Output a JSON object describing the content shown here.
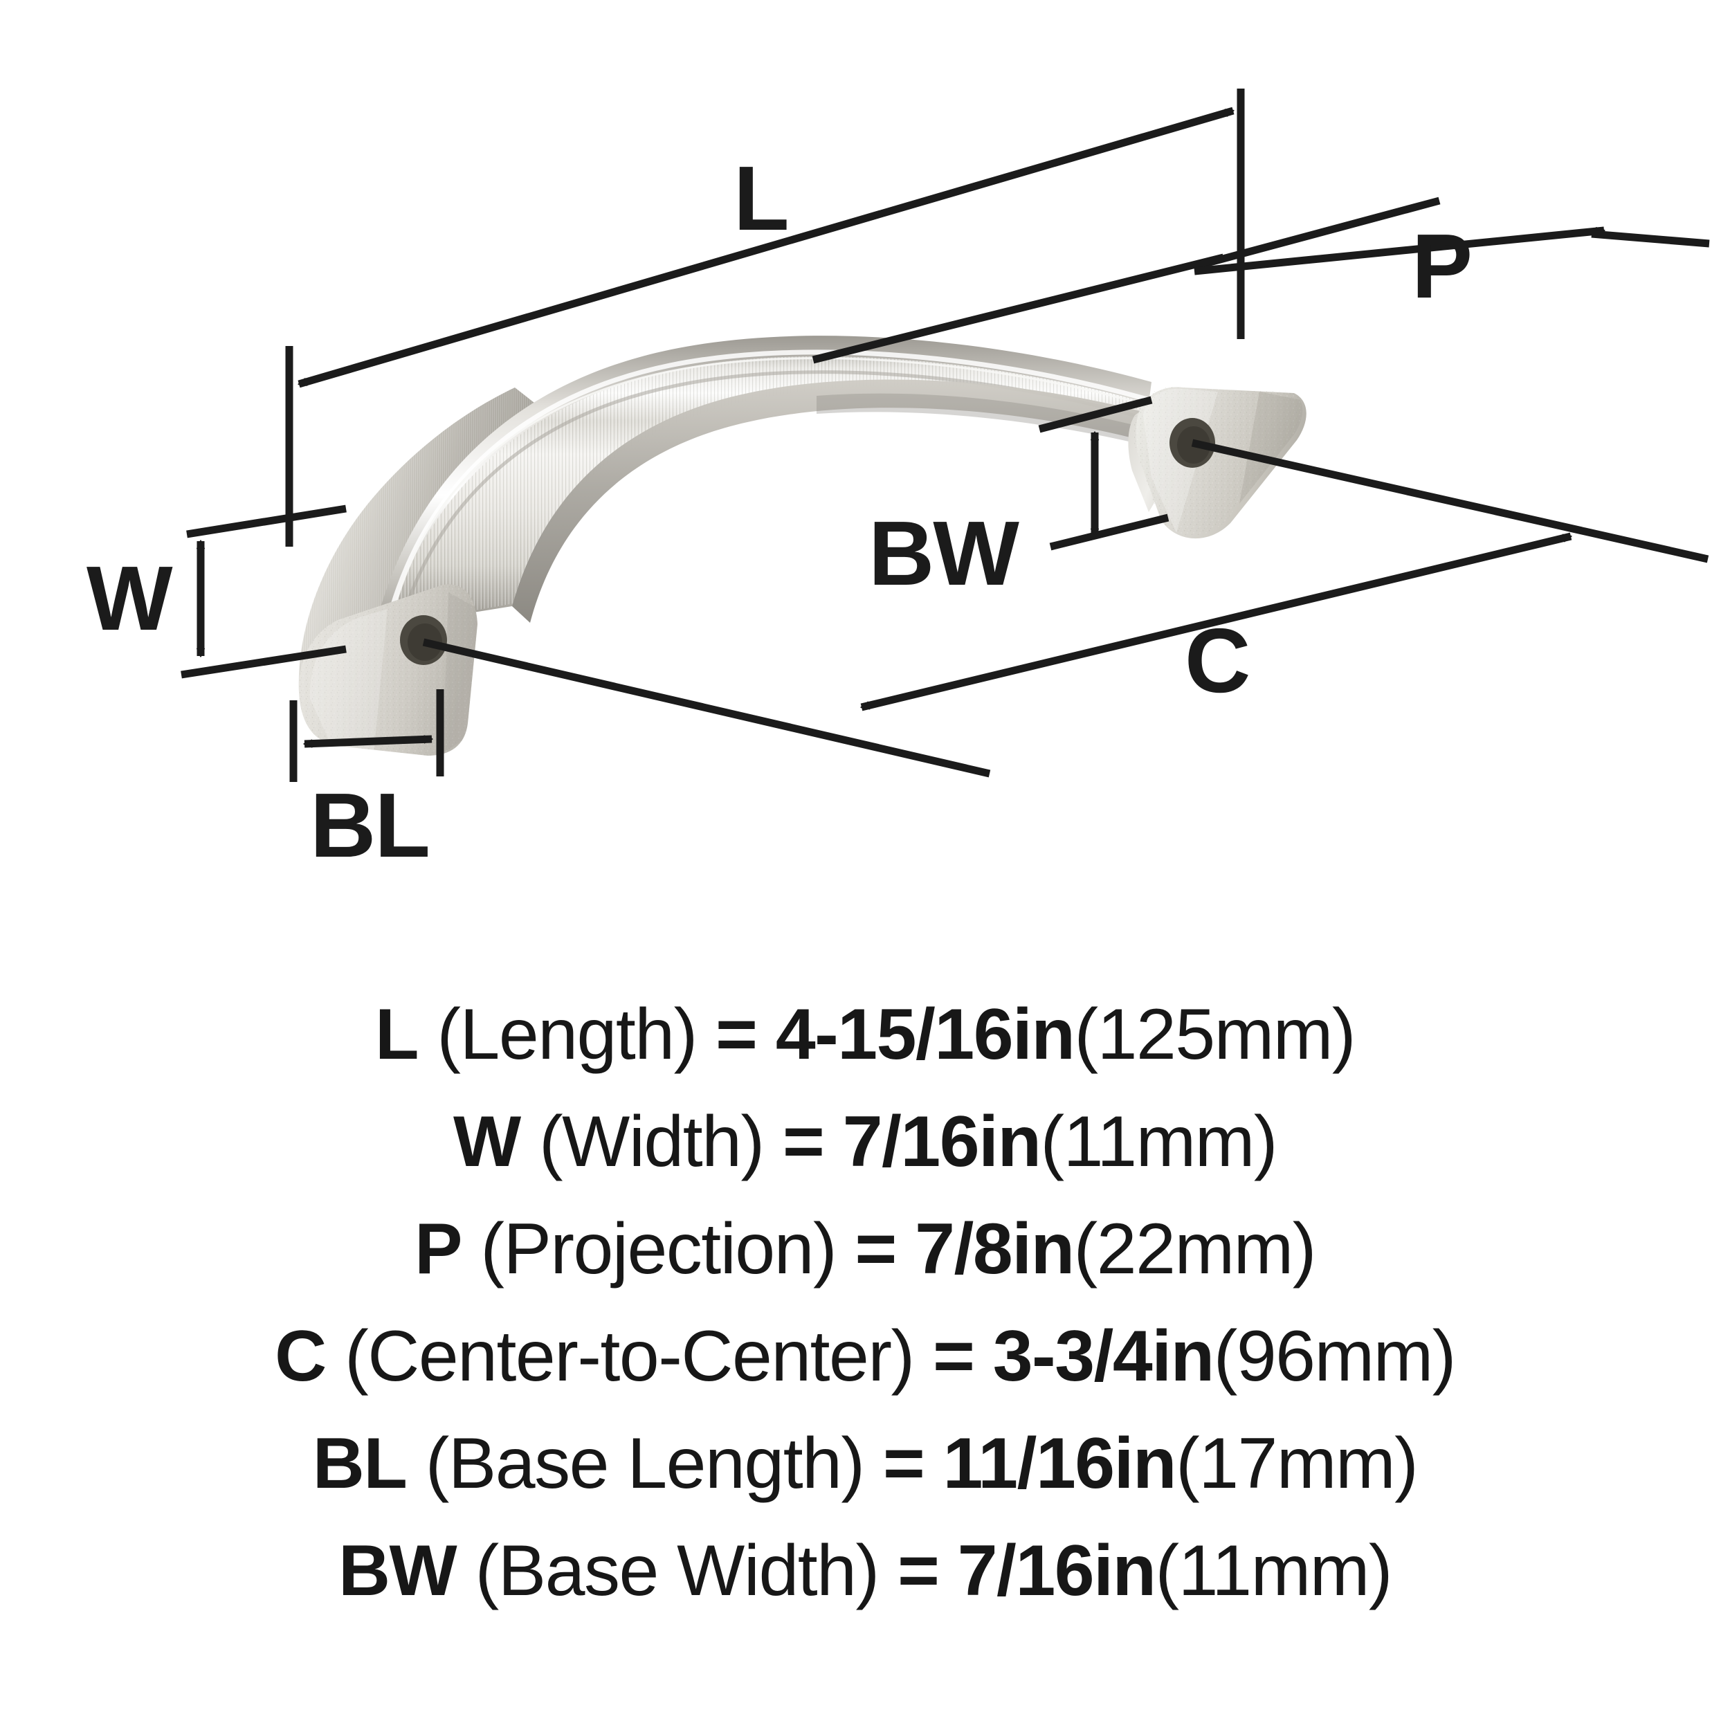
{
  "product": {
    "type": "cabinet-arch-pull-handle",
    "finish_name": "brushed-nickel",
    "finish_colors": {
      "highlight": "#f2f1ee",
      "mid": "#cfcdc8",
      "shadow": "#9e9b94",
      "base_foot": "#d9d7d1",
      "hole": "#4a473f"
    },
    "line_color": "#1b1b1b",
    "background": "#ffffff"
  },
  "diagram": {
    "labels": {
      "length": "L",
      "width": "W",
      "projection": "P",
      "center_to_center": "C",
      "base_length": "BL",
      "base_width": "BW"
    }
  },
  "specs": [
    {
      "code": "L",
      "desc": "(Length)",
      "eq": "=",
      "imperial": "4-15/16in",
      "metric": "(125mm)"
    },
    {
      "code": "W",
      "desc": "(Width)",
      "eq": "=",
      "imperial": "7/16in",
      "metric": "(11mm)"
    },
    {
      "code": "P",
      "desc": "(Projection)",
      "eq": "=",
      "imperial": "7/8in",
      "metric": "(22mm)"
    },
    {
      "code": "C",
      "desc": "(Center-to-Center)",
      "eq": "=",
      "imperial": "3-3/4in",
      "metric": "(96mm)"
    },
    {
      "code": "BL",
      "desc": "(Base Length)",
      "eq": "=",
      "imperial": "11/16in",
      "metric": "(17mm)"
    },
    {
      "code": "BW",
      "desc": "(Base Width)",
      "eq": "=",
      "imperial": "7/16in",
      "metric": "(11mm)"
    }
  ]
}
